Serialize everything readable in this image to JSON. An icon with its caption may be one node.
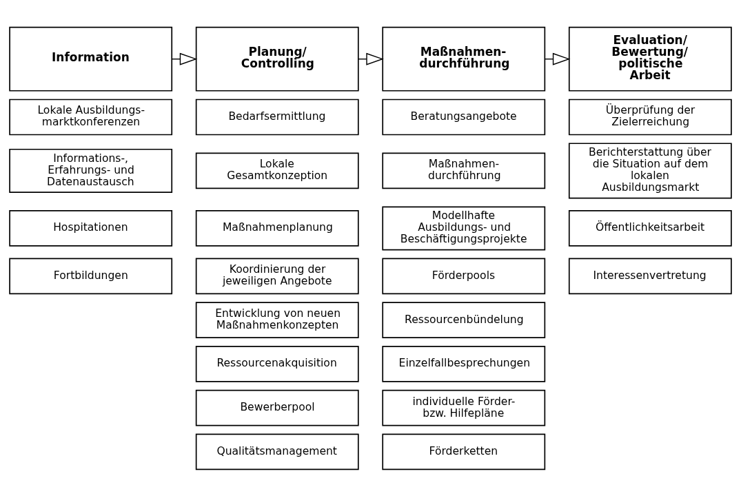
{
  "diagram": {
    "nodes": [
      {
        "text": [
          "Information"
        ]
      },
      {
        "text": [
          "Planung/ Controlling"
        ]
      },
      {
        "text": [
          "Maßnahmen- durchführung"
        ]
      },
      {
        "text": [
          "Evaluation/ Bewertung/ politische Arbeit"
        ]
      },
      {
        "text": [
          "Lokale Ausbildungs- marktkonferenzen"
        ]
      },
      {
        "text": [
          "Informations-, Erfahrungs- und Datenaustausch"
        ]
      },
      {
        "text": [
          "Hospitationen"
        ]
      },
      {
        "text": [
          "Fortbildungen"
        ]
      },
      {
        "text": [
          "Bedarfsermittlung"
        ]
      },
      {
        "text": [
          "Lokale Gesamtkonzeption"
        ]
      },
      {
        "text": [
          "Maßnahmenplanung"
        ]
      },
      {
        "text": [
          "Koordinierung der jeweiligen Angebote"
        ]
      },
      {
        "text": [
          "Entwicklung von neuen Maßnahmenkonzepten"
        ]
      },
      {
        "text": [
          "Ressourcenakquisition"
        ]
      },
      {
        "text": [
          "Bewerberpool"
        ]
      },
      {
        "text": [
          "Qualitätsmanagement"
        ]
      },
      {
        "text": [
          "Beratungsangebote"
        ]
      },
      {
        "text": [
          "Maßnahmen- durchführung"
        ]
      },
      {
        "text": [
          "Modellhafte Ausbildungs- und Beschäftigungsprojekte"
        ]
      },
      {
        "text": [
          "Förderpools"
        ]
      },
      {
        "text": [
          "Ressourcenbündelung"
        ]
      },
      {
        "text": [
          "Einzelfallbesprechungen"
        ]
      },
      {
        "text": [
          "individuelle Förder- bzw. Hilfepläne"
        ]
      },
      {
        "text": [
          "Förderketten"
        ]
      },
      {
        "text": [
          "Überprüfung der Zielerreichung"
        ]
      },
      {
        "text": [
          "Berichterstattung über die Situation auf dem lokalen Ausbildungsmarkt"
        ]
      },
      {
        "text": [
          "Öffentlichkeitsarbeit"
        ]
      },
      {
        "text": [
          "Interessenvertretung"
        ]
      }
    ],
    "edges": [
      {
        "from": 0,
        "to": 1,
        "arrow": "to"
      },
      {
        "from": 1,
        "to": 2,
        "arrow": "to"
      },
      {
        "from": 2,
        "to": 3,
        "arrow": "to"
      }
    ]
  }
}
